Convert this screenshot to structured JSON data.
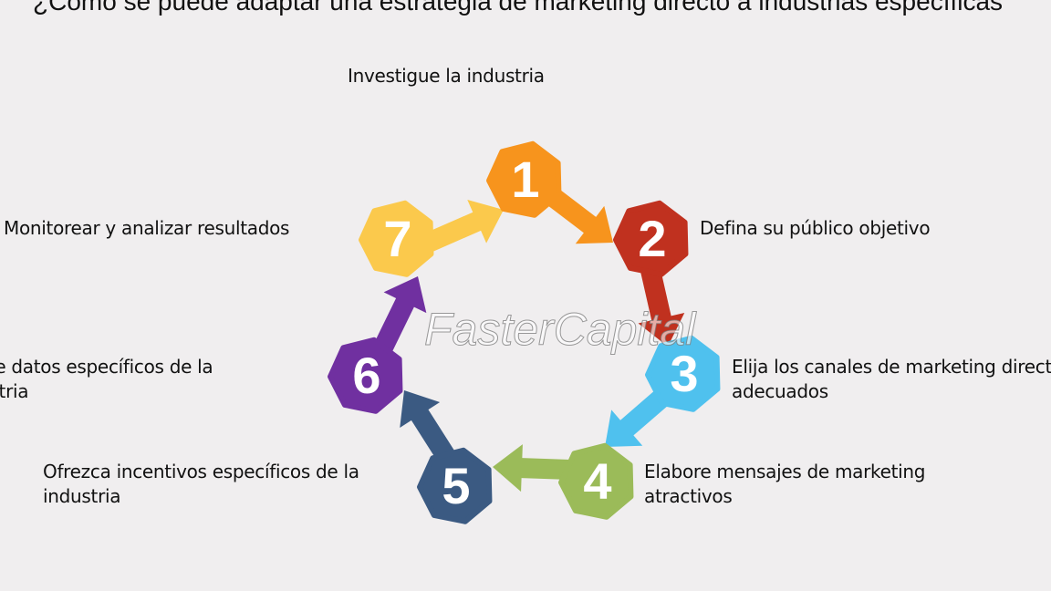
{
  "title": "¿Cómo se puede adaptar una estrategia de marketing directo a industrias específicas",
  "watermark": "FasterCapital",
  "steps": [
    {
      "number": "1",
      "label": "Investigue la industria",
      "color": "#F7941D"
    },
    {
      "number": "2",
      "label": "Defina su público objetivo",
      "color": "#C0311F"
    },
    {
      "number": "3",
      "label": "Elija los canales de marketing directo adecuados",
      "color": "#4FC1EE"
    },
    {
      "number": "4",
      "label": "Elabore mensajes de marketing atractivos",
      "color": "#9BBB59"
    },
    {
      "number": "5",
      "label": "Ofrezca incentivos específicos de la industria",
      "color": "#3B5A82"
    },
    {
      "number": "6",
      "label": "Utilice datos específicos de la industria",
      "color": "#7030A0"
    },
    {
      "number": "7",
      "label": "Monitorear y analizar resultados",
      "color": "#FBC94C"
    }
  ]
}
